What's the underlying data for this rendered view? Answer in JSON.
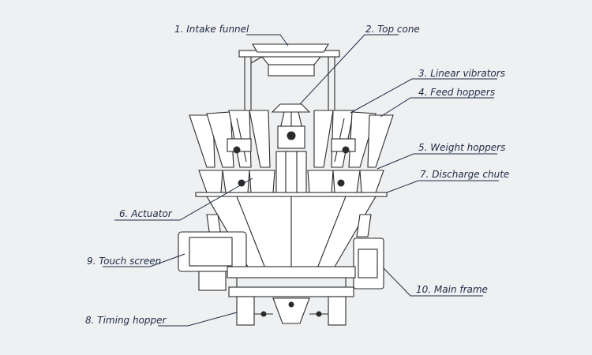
{
  "diagram": {
    "background_color": "#eef0f2",
    "line_color": "#1f2a44",
    "labels": [
      {
        "id": "intake-funnel",
        "text": "1. Intake funnel"
      },
      {
        "id": "top-cone",
        "text": "2. Top cone"
      },
      {
        "id": "linear-vibrators",
        "text": "3. Linear vibrators"
      },
      {
        "id": "feed-hoppers",
        "text": "4. Feed hoppers"
      },
      {
        "id": "weight-hoppers",
        "text": "5. Weight hoppers"
      },
      {
        "id": "actuator",
        "text": "6. Actuator"
      },
      {
        "id": "discharge-chute",
        "text": "7. Discharge chute"
      },
      {
        "id": "timing-hopper",
        "text": "8. Timing hopper"
      },
      {
        "id": "touch-screen",
        "text": "9. Touch screen"
      },
      {
        "id": "main-frame",
        "text": "10. Main frame"
      }
    ]
  }
}
